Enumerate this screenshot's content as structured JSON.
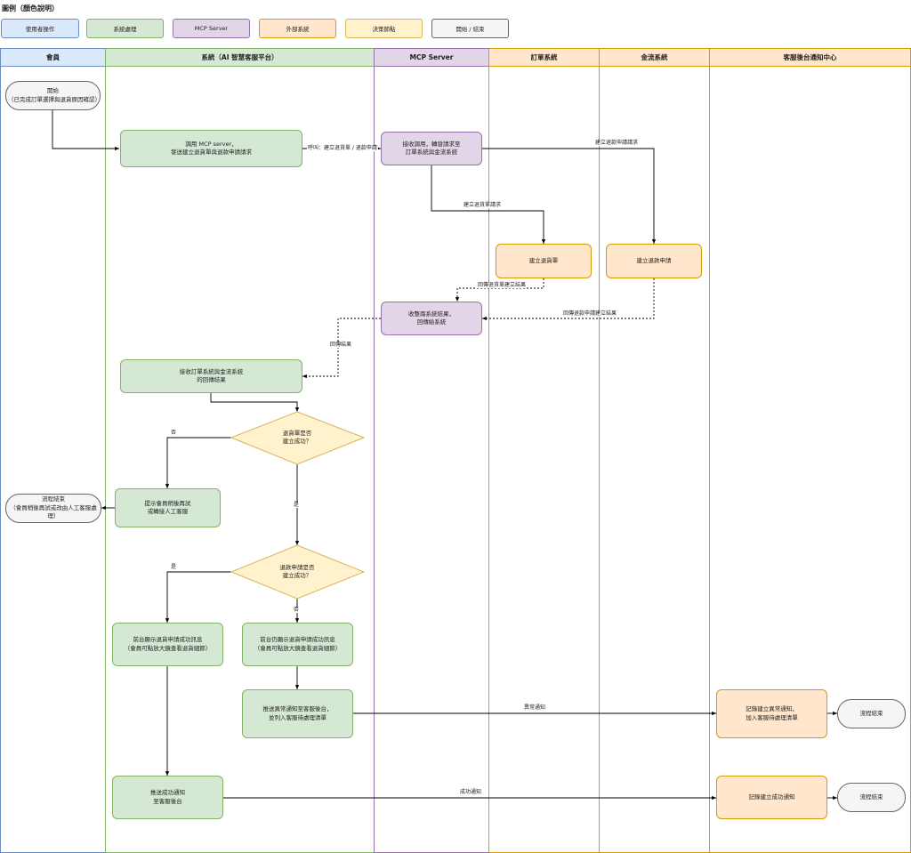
{
  "legend": {
    "title": "圖例（顏色說明）",
    "items": [
      {
        "label": "使用者操作",
        "color": "#dae8fc",
        "border": "#6c8ebf"
      },
      {
        "label": "系統處理",
        "color": "#d5e8d4",
        "border": "#82b366"
      },
      {
        "label": "MCP Server",
        "color": "#e1d5e7",
        "border": "#9673a6"
      },
      {
        "label": "外部系統",
        "color": "#ffe6cc",
        "border": "#d79b00"
      },
      {
        "label": "決策節點",
        "color": "#fff2cc",
        "border": "#d6b656"
      },
      {
        "label": "開始 / 結束",
        "color": "#f5f5f5",
        "border": "#666666"
      }
    ]
  },
  "lanes": [
    {
      "title": "會員"
    },
    {
      "title": "系統（AI 智慧客服平台）"
    },
    {
      "title": "MCP Server"
    },
    {
      "title": "訂單系統"
    },
    {
      "title": "金流系統"
    },
    {
      "title": "客服後台通知中心"
    }
  ],
  "nodes": {
    "start": "開始\n（已完成訂單選擇與退貨原因確認）",
    "call_mcp": "調用 MCP server，\n發送建立退貨單與退款申請請求",
    "mcp_receive": "接收調用，轉發請求至\n訂單系統與金流系統",
    "create_return": "建立退貨單",
    "create_refund": "建立退款申請",
    "mcp_collect": "收整兩系統結果，\n回傳給系統",
    "sys_receive": "接收訂單系統與金流系統\n的回傳結果",
    "decision_return": "退貨單是否\n建立成功？",
    "retry_prompt": "提示會員稍後再試\n或轉接人工客服",
    "end_fail": "流程結束\n（會員稍後再試或改由人工客服處理）",
    "decision_refund": "退款申請是否\n建立成功？",
    "show_success": "前台顯示退貨申請成功訊息\n（會員可點放大鏡查看退貨細節）",
    "show_success_still": "前台仍顯示退貨申請成功訊息\n（會員可點放大鏡查看退貨細節）",
    "push_abnormal": "推送異常通知至客服後台，\n並列入客服待處理清單",
    "record_abnormal": "記錄建立異常通知，\n加入客服待處理清單",
    "end_abnormal": "流程結束",
    "push_success": "推送成功通知\n至客服後台",
    "record_success": "記錄建立成功通知",
    "end_success": "流程結束"
  },
  "edges": {
    "call": "呼叫：建立退貨單 / 退款申請",
    "req_refund": "建立退款申請請求",
    "req_return": "建立退貨單請求",
    "ret_return": "回傳退貨單建立結果",
    "ret_refund": "回傳退款申請建立結果",
    "ret_result": "回傳結果",
    "no1": "否",
    "yes1": "是",
    "yes2": "是",
    "no2": "否",
    "abnormal": "異常通知",
    "success": "成功通知"
  }
}
